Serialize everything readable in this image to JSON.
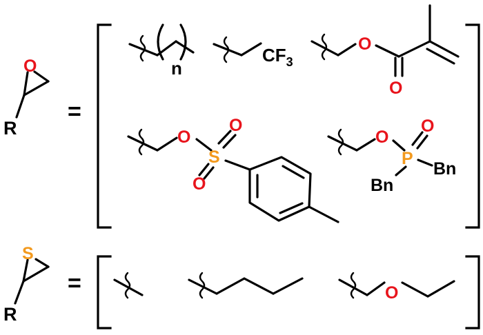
{
  "colors": {
    "bond": "#000000",
    "oxygen": "#e8141c",
    "sulfur": "#f39a1e",
    "phosphorus": "#f39a1e"
  },
  "epoxide": {
    "ring_atom": "O",
    "r_label": "R",
    "equals": "="
  },
  "thiirane": {
    "ring_atom": "S",
    "r_label": "R",
    "equals": "="
  },
  "groups": {
    "alkyl_chain": {
      "repeat_label": "n"
    },
    "trifluoroethyl": {
      "c_label": "CF",
      "subscript": "3"
    },
    "methacrylate": {
      "ester_o": "O",
      "carbonyl_o": "O"
    },
    "tosylate": {
      "ether_o": "O",
      "sulfur": "S",
      "oxo_top": "O",
      "oxo_bottom": "O"
    },
    "phosphinate": {
      "ether_o": "O",
      "phosphorus": "P",
      "oxo": "O",
      "bn_right": "Bn",
      "bn_bottom": "Bn"
    },
    "ethoxyethyl": {
      "ether_o": "O"
    }
  }
}
